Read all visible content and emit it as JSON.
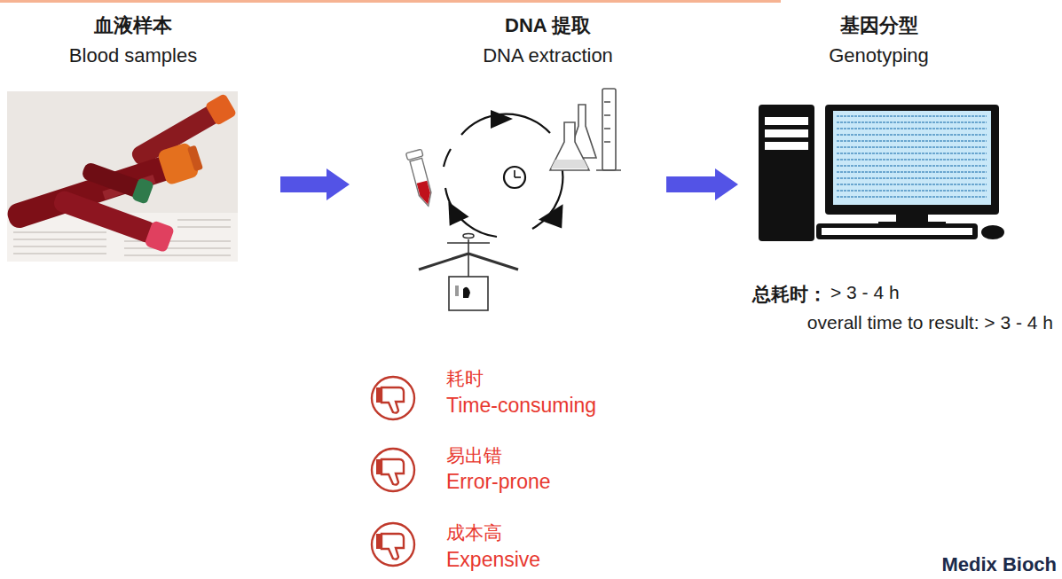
{
  "diagram": {
    "nodes": [
      {
        "text": [
          "血液样本",
          "Blood samples"
        ]
      },
      {
        "text": [
          "DNA 提取",
          "DNA extraction"
        ]
      },
      {
        "text": [
          "基因分型",
          "Genotyping"
        ]
      }
    ],
    "edges": [
      {
        "from": 0,
        "to": 1,
        "arrow": "to"
      },
      {
        "from": 1,
        "to": 2,
        "arrow": "to"
      }
    ],
    "labels": [
      "总耗时：",
      "> 3 - 4 h",
      "overall time to result: > 3 - 4 h",
      "耗时",
      "Time-consuming",
      "易出错",
      "Error-prone",
      "成本高",
      "Expensive",
      "Medix Bioch"
    ]
  }
}
